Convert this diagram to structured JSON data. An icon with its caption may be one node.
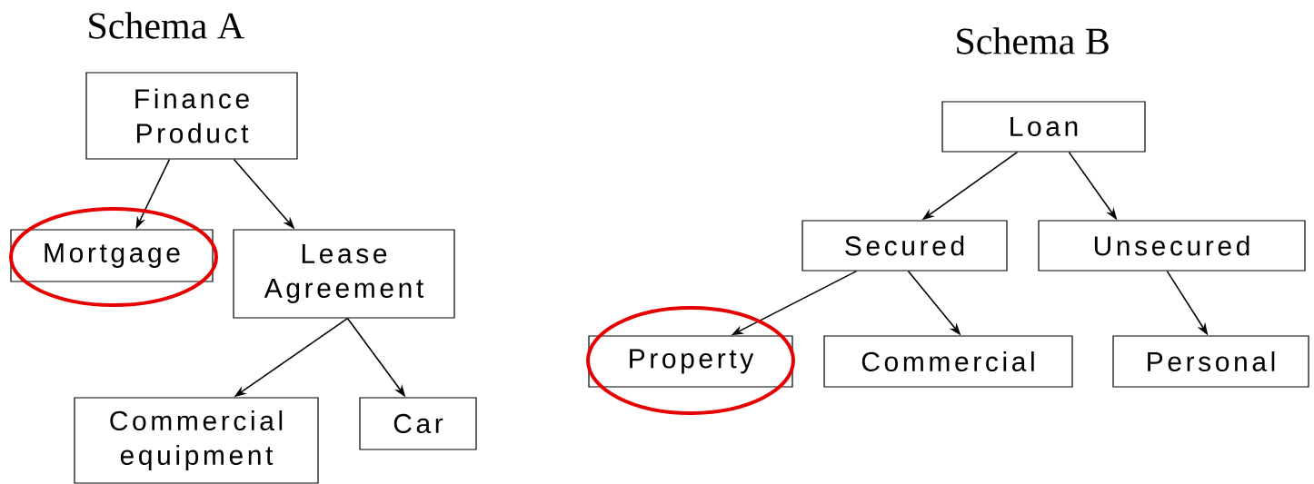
{
  "diagram": {
    "nodes": [
      {
        "text": [
          "Finance Product"
        ]
      },
      {
        "text": [
          "Mortgage"
        ]
      },
      {
        "text": [
          "Lease Agreement"
        ]
      },
      {
        "text": [
          "Commercial equipment"
        ]
      },
      {
        "text": [
          "Car"
        ]
      },
      {
        "text": [
          "Loan"
        ]
      },
      {
        "text": [
          "Secured"
        ]
      },
      {
        "text": [
          "Unsecured"
        ]
      },
      {
        "text": [
          "Property"
        ]
      },
      {
        "text": [
          "Commercial"
        ]
      },
      {
        "text": [
          "Personal"
        ]
      }
    ],
    "edges": [
      {
        "from": 0,
        "to": 1,
        "arrow": "to"
      },
      {
        "from": 0,
        "to": 2,
        "arrow": "to"
      },
      {
        "from": 2,
        "to": 3,
        "arrow": "to"
      },
      {
        "from": 2,
        "to": 4,
        "arrow": "to"
      },
      {
        "from": 5,
        "to": 6,
        "arrow": "to"
      },
      {
        "from": 5,
        "to": 7,
        "arrow": "to"
      },
      {
        "from": 6,
        "to": 8,
        "arrow": "to"
      },
      {
        "from": 6,
        "to": 9,
        "arrow": "to"
      },
      {
        "from": 7,
        "to": 10,
        "arrow": "to"
      }
    ],
    "labels": [
      "Schema A",
      "Schema B"
    ]
  }
}
